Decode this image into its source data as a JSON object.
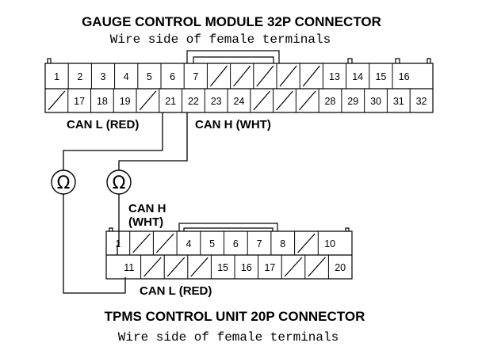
{
  "gauge_connector": {
    "title": "GAUGE CONTROL MODULE 32P CONNECTOR",
    "subtitle": "Wire side of female terminals",
    "top_pins": [
      "1",
      "2",
      "3",
      "4",
      "5",
      "6",
      "7",
      "",
      "",
      "",
      "",
      "",
      "13",
      "14",
      "15",
      "16"
    ],
    "bottom_pins": [
      "",
      "17",
      "18",
      "19",
      "",
      "21",
      "22",
      "23",
      "24",
      "",
      "",
      "",
      "28",
      "29",
      "30",
      "31",
      "32"
    ]
  },
  "tpms_connector": {
    "title": "TPMS CONTROL UNIT 20P CONNECTOR",
    "subtitle": "Wire side of female terminals",
    "top_pins": [
      "1",
      "",
      "",
      "4",
      "5",
      "6",
      "7",
      "8",
      "",
      "10"
    ],
    "bottom_pins": [
      "11",
      "",
      "",
      "",
      "15",
      "16",
      "17",
      "",
      "",
      "20"
    ]
  },
  "wires": {
    "can_l_gauge": "CAN L (RED)",
    "can_h_gauge": "CAN H (WHT)",
    "can_h_tpms": "CAN H\n(WHT)",
    "can_l_tpms": "CAN L (RED)"
  },
  "meters": [
    {
      "symbol": "Ω",
      "icon": "ohmmeter-icon"
    },
    {
      "symbol": "Ω",
      "icon": "ohmmeter-icon"
    }
  ]
}
